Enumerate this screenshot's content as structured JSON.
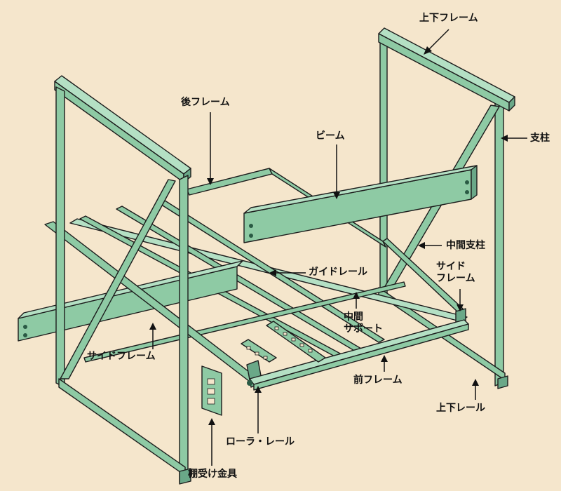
{
  "colors": {
    "background": "#f5e6cc",
    "frame_green": "#8ecaa4",
    "frame_green_dark": "#6aa888",
    "frame_green_light": "#b4e0c4",
    "outline": "#1c1c1c",
    "label_text": "#111111"
  },
  "labels": {
    "top_bottom_frame": "上下フレーム",
    "rear_frame": "後フレーム",
    "beam": "ビーム",
    "column": "支柱",
    "middle_column": "中間支柱",
    "side_frame_right": "サイド\nフレーム",
    "guide_rail": "ガイドレール",
    "middle_support": "中間\nサポート",
    "side_frame_left": "サイドフレーム",
    "front_frame": "前フレーム",
    "top_bottom_rail": "上下レール",
    "roller_rail": "ローラ・レール",
    "shelf_bracket": "棚受け金具"
  }
}
